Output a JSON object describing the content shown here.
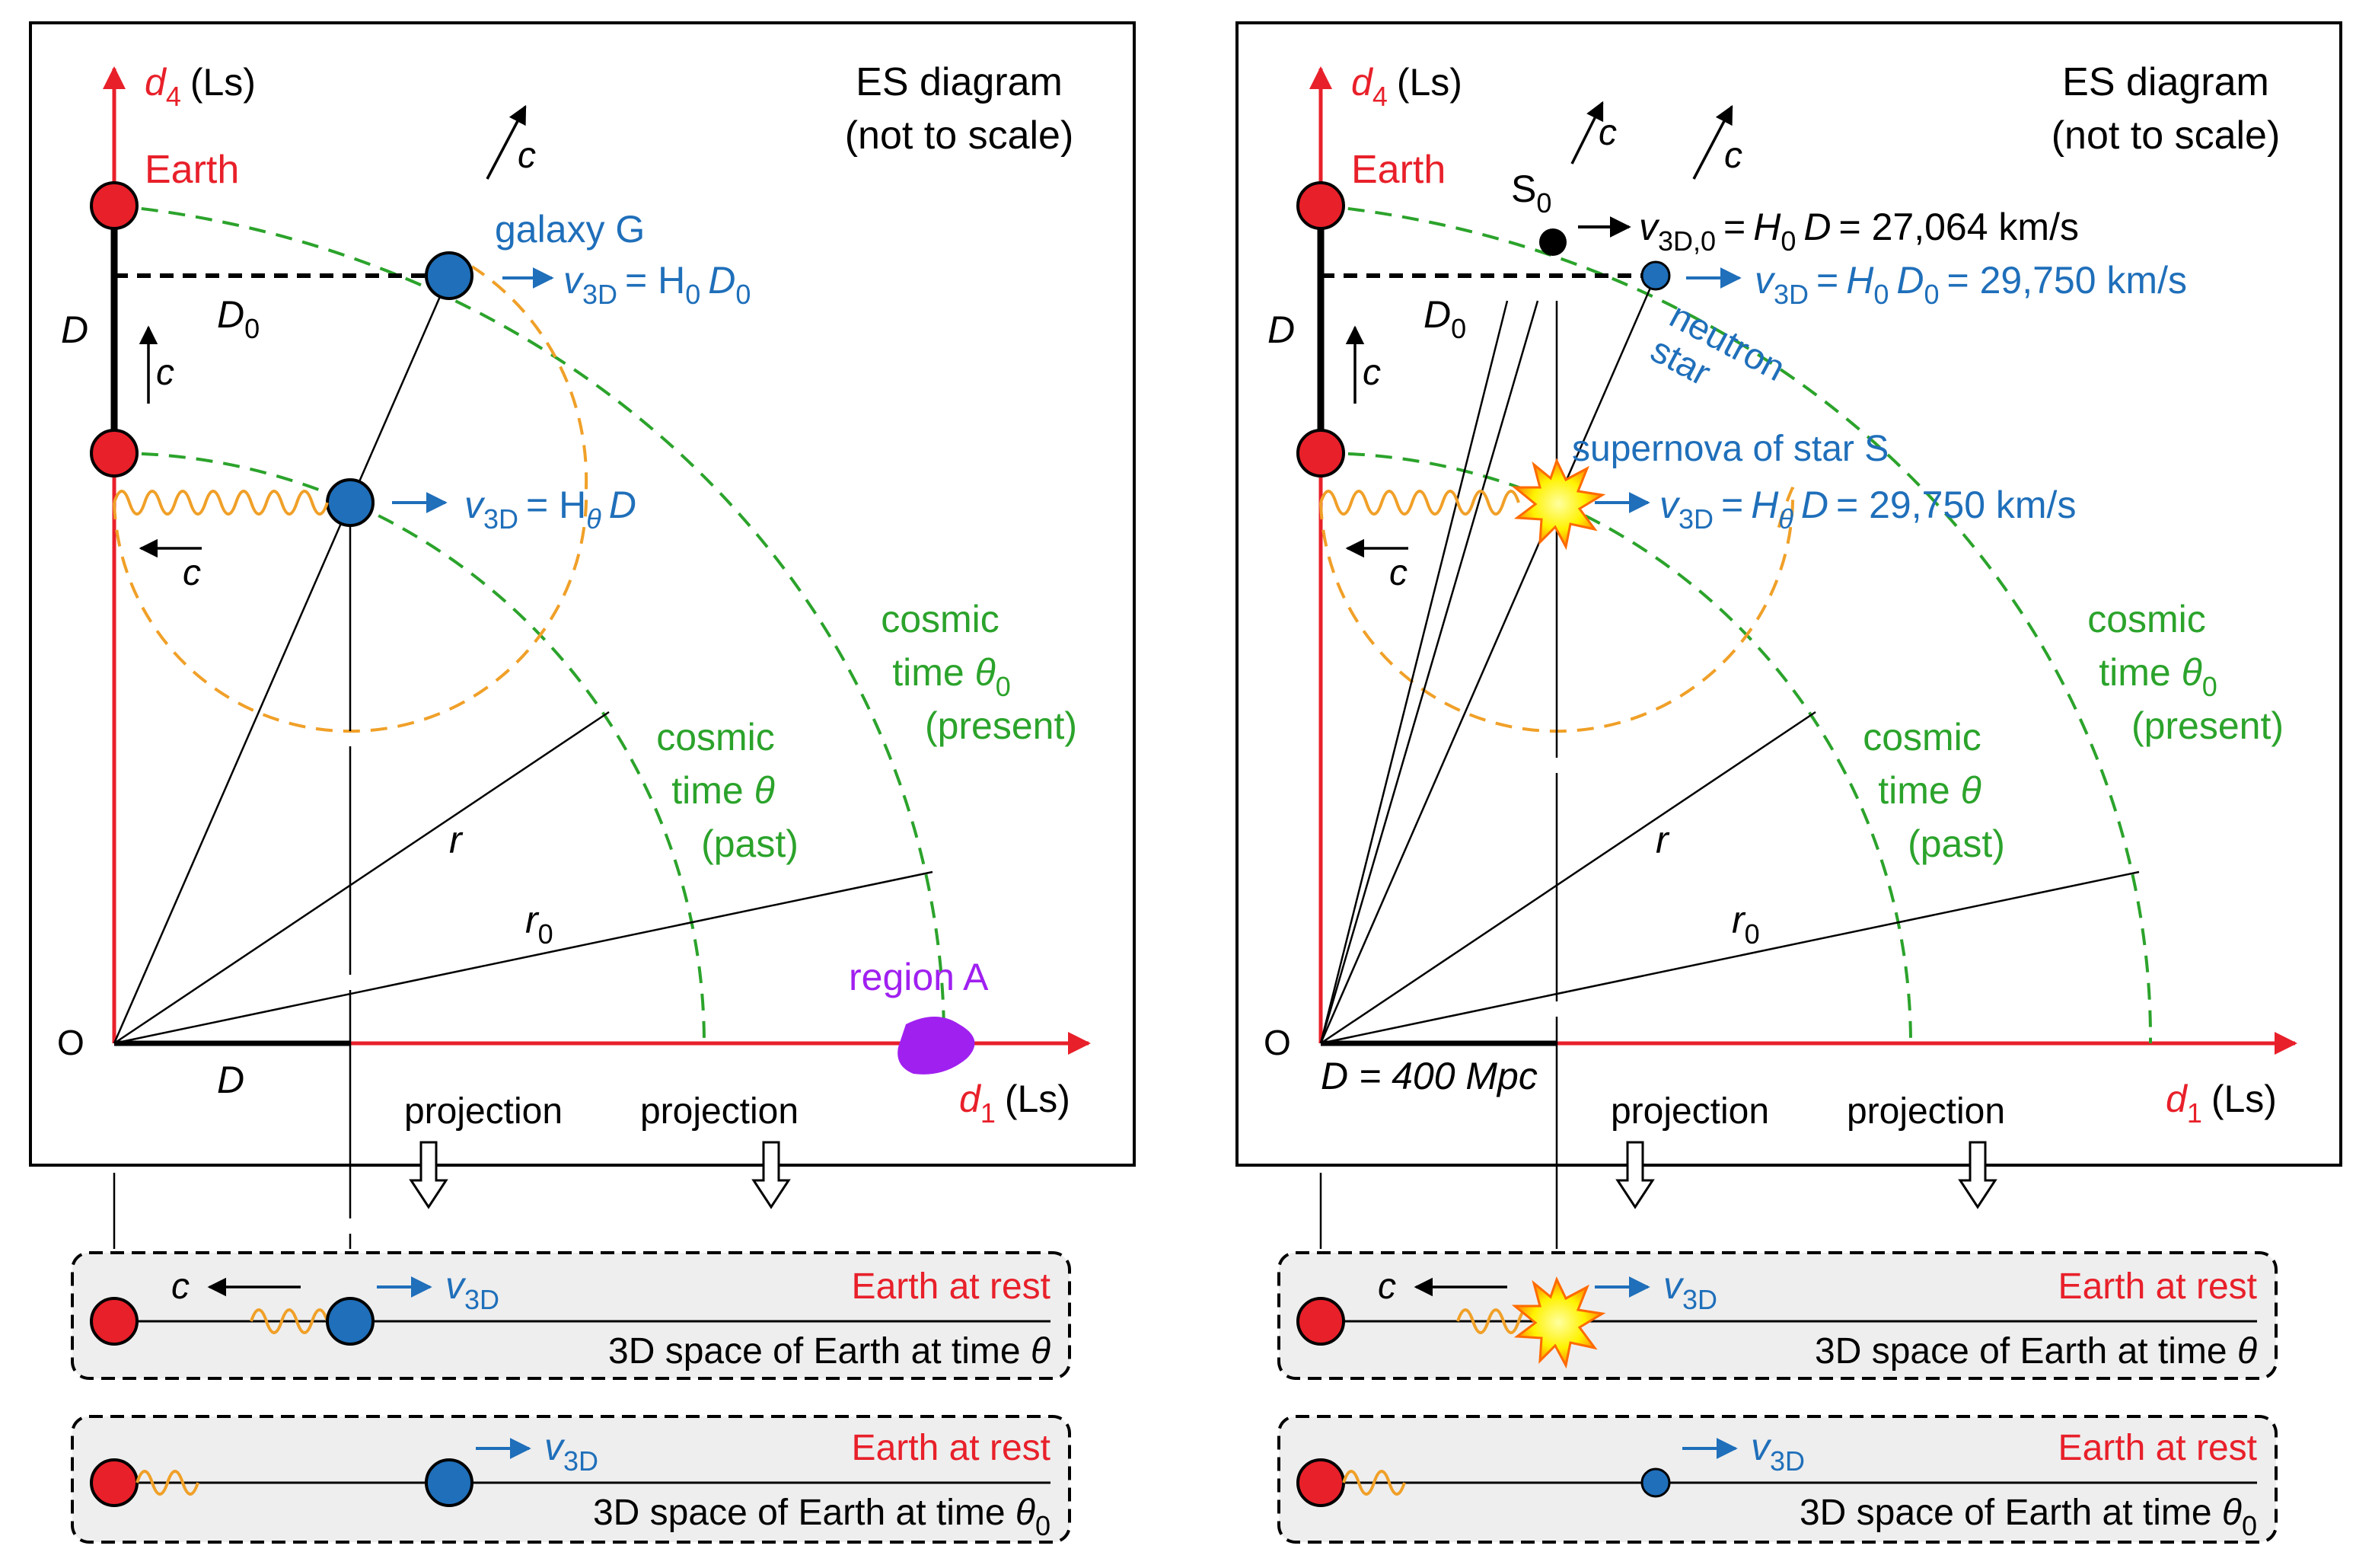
{
  "colors": {
    "axis": "#e8202a",
    "earth": "#e8202a",
    "galaxy": "#1f6fba",
    "cosmic": "#2ba32b",
    "light_cone": "#f0a028",
    "wave": "#f0a028",
    "region": "#a020f0",
    "black": "#000000",
    "panel_fill": "#eeeeee"
  },
  "text": {
    "d4": "d",
    "d4_sub": "4",
    "units": "(Ls)",
    "d1": "d",
    "d1_sub": "1",
    "origin": "O",
    "es_diagram": "ES diagram",
    "not_to_scale": "(not to scale)",
    "earth": "Earth",
    "c": "c",
    "D": "D",
    "D0": "D",
    "D0_sub": "0",
    "r": "r",
    "r0": "r",
    "r0_sub": "0",
    "cosmic": "cosmic",
    "time": "time ",
    "theta": "θ",
    "theta0_sub": "0",
    "past": "(past)",
    "present": "(present)",
    "projection": "projection",
    "v3d": "v",
    "v3d_sub": "3D",
    "earth_at_rest": "Earth at rest",
    "space_theta": "3D space of Earth at time ",
    "H": "H"
  },
  "left_panel": {
    "galaxy_label": "galaxy G",
    "v_present": "= H",
    "v_present_tail": "D",
    "v_past": "= H",
    "v_past_tail": "D",
    "region_label": "region A"
  },
  "right_panel": {
    "s0_label": "S",
    "s0_sub": "0",
    "v30_sub": "3D,0",
    "v30_text": "= 27,064 km/s",
    "neutron": "neutron",
    "star": "star",
    "v_present_value": "= 29,750 km/s",
    "supernova_label": "supernova of star S",
    "v_past_value": "= 29,750 km/s",
    "distance_label": "D = 400 Mpc"
  }
}
